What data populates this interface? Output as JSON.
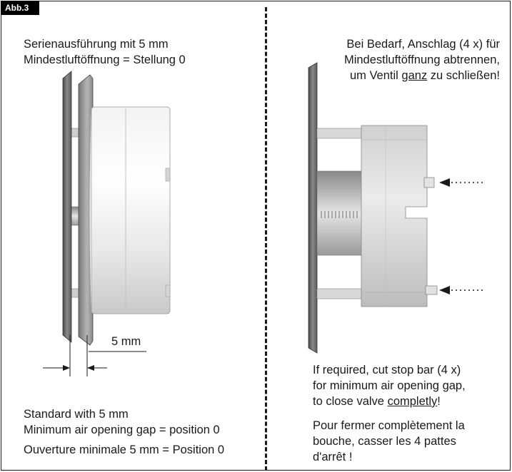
{
  "figure_label": "Abb.3",
  "left": {
    "top_text": "Serienausführung mit 5 mm\nMindestluftöffnung = Stellung 0",
    "dimension_label": "5 mm",
    "bottom_en": "Standard with 5 mm\nMinimum air opening gap = position 0",
    "bottom_fr": "Ouverture minimale 5 mm = Position 0"
  },
  "right": {
    "top_line1": "Bei Bedarf, Anschlag (4 x) für",
    "top_line2": "Mindestluftöffnung abtrennen,",
    "top_line3_pre": "um Ventil ",
    "top_line3_u": "ganz",
    "top_line3_post": " zu schließen!",
    "en_line1": "If required, cut stop bar (4 x)",
    "en_line2": "for minimum air opening gap,",
    "en_line3_pre": "to close valve ",
    "en_line3_u": "completly",
    "en_line3_post": "!",
    "fr_text": "Pour fermer complètement la\nbouche, casser les 4 pattes\nd'arrêt !"
  }
}
